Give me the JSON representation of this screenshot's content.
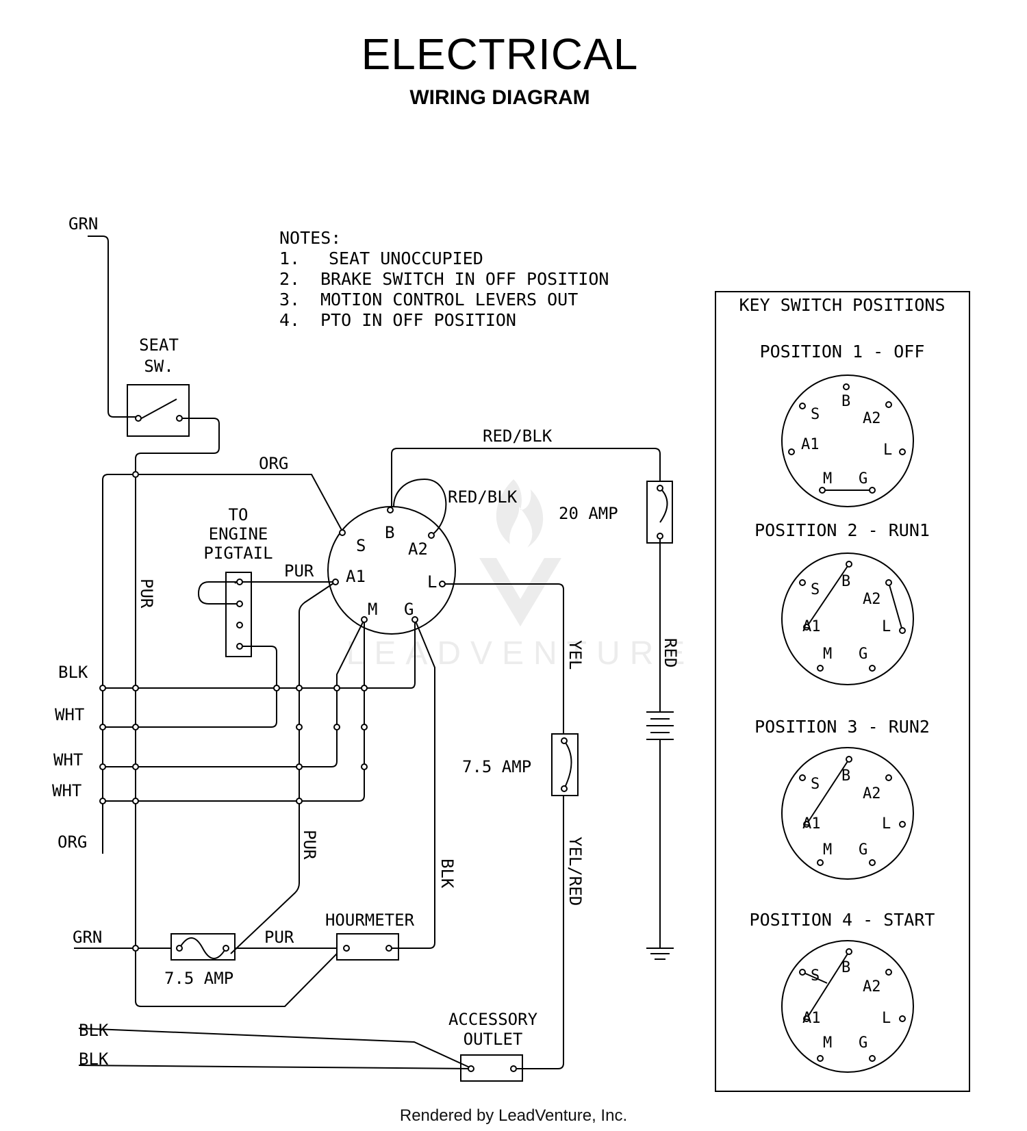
{
  "title": "ELECTRICAL",
  "subtitle": "WIRING DIAGRAM",
  "footer": "Rendered by LeadVenture, Inc.",
  "watermark": "LEADVENTURE",
  "colors": {
    "ink": "#000000",
    "watermark": "#ececec"
  },
  "notes": {
    "heading": "NOTES:",
    "items": [
      {
        "num": "1.",
        "text": "SEAT UNOCCUPIED"
      },
      {
        "num": "2.",
        "text": "BRAKE SWITCH IN OFF POSITION"
      },
      {
        "num": "3.",
        "text": "MOTION CONTROL LEVERS OUT"
      },
      {
        "num": "4.",
        "text": "PTO IN OFF POSITION"
      }
    ]
  },
  "seat_switch": {
    "line1": "SEAT",
    "line2": "SW."
  },
  "engine_pigtail": {
    "line1": "TO",
    "line2": "ENGINE",
    "line3": "PIGTAIL"
  },
  "key_switch": {
    "terminals": {
      "S": "S",
      "B": "B",
      "A2": "A2",
      "A1": "A1",
      "L": "L",
      "M": "M",
      "G": "G"
    }
  },
  "fuses": {
    "main": "20 AMP",
    "yel": "7.5 AMP",
    "grn": "7.5 AMP"
  },
  "hourmeter": "HOURMETER",
  "accessory": {
    "line1": "ACCESSORY",
    "line2": "OUTLET"
  },
  "wires": {
    "grn_top": "GRN",
    "org_top": "ORG",
    "red_blk_top": "RED/BLK",
    "red_blk_loop": "RED/BLK",
    "pur_left": "PUR",
    "pur_a1": "PUR",
    "yel": "YEL",
    "red": "RED",
    "blk1": "BLK",
    "wht1": "WHT",
    "wht2": "WHT",
    "wht3": "WHT",
    "org_bottom": "ORG",
    "pur_mid": "PUR",
    "blk_mid": "BLK",
    "yel_red": "YEL/RED",
    "grn_bottom": "GRN",
    "pur_bottom": "PUR",
    "blk_acc1": "BLK",
    "blk_acc2": "BLK"
  },
  "positions_panel": {
    "title": "KEY SWITCH POSITIONS",
    "positions": [
      {
        "label": "POSITION 1 - OFF"
      },
      {
        "label": "POSITION 2 - RUN1"
      },
      {
        "label": "POSITION 3 - RUN2"
      },
      {
        "label": "POSITION 4 - START"
      }
    ]
  }
}
